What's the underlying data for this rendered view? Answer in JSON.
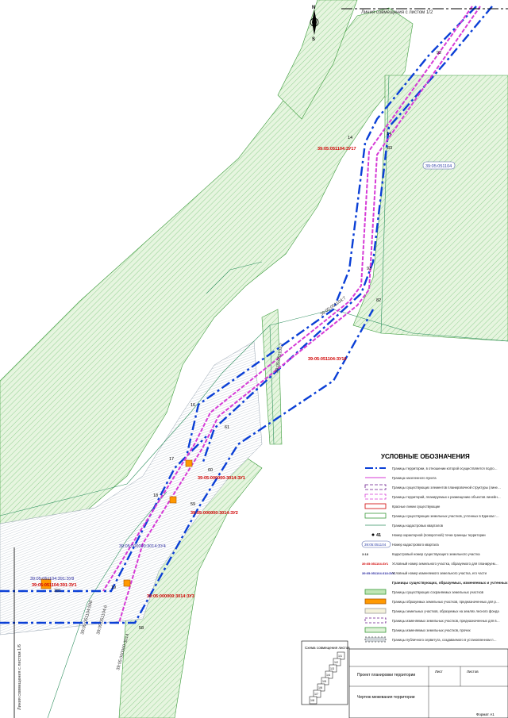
{
  "sheet": {
    "match_line_label": "Линия совмещения с листом 1/2",
    "match_line_left_label": "Линия совмещения с листом 1/6",
    "north_letter": "N",
    "south_letter": "S"
  },
  "map_labels": {
    "quarter_top": "39:05:051104",
    "quarter_mid": "39:05:051104",
    "zu17": "39:05:051104:ЗУ17",
    "zu16": "39:05:051104:ЗУ16",
    "zu1_road": "39:05:000000:3014:ЗУ1",
    "zu2_road": "39:05:000000:3014:ЗУ2",
    "zu3_road": "39:05:000000:3014:ЗУ3",
    "zu4_road": "39:05:000000:3014:ЗУ4",
    "zu8_left": "39:05:051104:391:ЗУ8",
    "zu1_left": "39:05:051104:391:ЗУ1",
    "road_lot_1": "39:05:051104:7",
    "road_lot_2": "39:05:051104:7",
    "road_lot_3": "39:05:051104:508",
    "road_lot_4": "39:05:051104:6",
    "road_lot_5": "39:05:000000:3014",
    "lot_381": "381"
  },
  "points": {
    "p14a": "14",
    "p14b": "14",
    "p82": "82",
    "p83": "83",
    "p92": "92",
    "p93": "93",
    "p16": "16",
    "p61": "61",
    "p17": "17",
    "p60": "60",
    "p18": "18",
    "p59": "59",
    "p19": "19",
    "p58": "58"
  },
  "legend": {
    "title": "УСЛОВНЫЕ ОБОЗНАЧЕНИЯ",
    "items": [
      "Границы территории, в отношении которой осуществляется подготовка проекта планировки",
      "Граница населенного пункта",
      "Границы существующих элементов планировочной структуры (линейного объекта нефтепровода холодного)",
      "Границы территорий, планируемых к размещению объектов линейного объекта",
      "Красные линии существующие",
      "Границы существующих земельных участков, учтенных в Едином государственном реестре недвижимости",
      "Границы кадастровых кварталов",
      "Номер характерной (поворотной) точки границы территории",
      "Номер кадастрового квартала",
      "Кадастровый номер существующего земельного участка",
      "Условный номер земельного участка, образуемого для планируемого размещения линейного объекта",
      "Условный номер изменяемого земельного участка, его части",
      "Границы существующих, образуемых, изменяемых и учтенных земельных участков",
      "Границы существующих сохраняемых земельных участков",
      "Границы образуемых земельных участков, предназначенных для размещения линейных объектов",
      "Границы земельных участков, образуемых на землях лесного фонда",
      "Границы изменяемых земельных участков, предназначенных для ведения строительства",
      "Границы изменяемых земельных участков, прочих",
      "Границы публичного сервитута, создаваемого в установленном порядке в соответствии с Земельным кодексом РФ"
    ],
    "sample_point": "41",
    "sample_quarter": "39:05:051104",
    "sample_lot": "3:18",
    "sample_zu": "39:05:051104:ЗУ1",
    "sample_zu_change": "39:05:051104:318:ЗУ1"
  },
  "scheme": {
    "title": "Схема совмещения листов",
    "cells": [
      "1/1",
      "1/2",
      "1/3",
      "1/4",
      "1/5",
      "1/6",
      "1/7",
      "1/8"
    ]
  },
  "stamp": {
    "line1": "Проект планировки территории",
    "line2": "Чертеж межевания территории",
    "sheet_label": "Лист",
    "sheets_label": "Листов",
    "format": "Формат А1"
  },
  "colors": {
    "forest_fill": "#dff2d8",
    "forest_stroke": "#3a9a3a",
    "project_boundary": "#0a3fd6",
    "pink_zone": "#d63ad6",
    "red_label": "#d00000",
    "parcel_orange": "#ff9900",
    "hatch": "#8899aa"
  }
}
